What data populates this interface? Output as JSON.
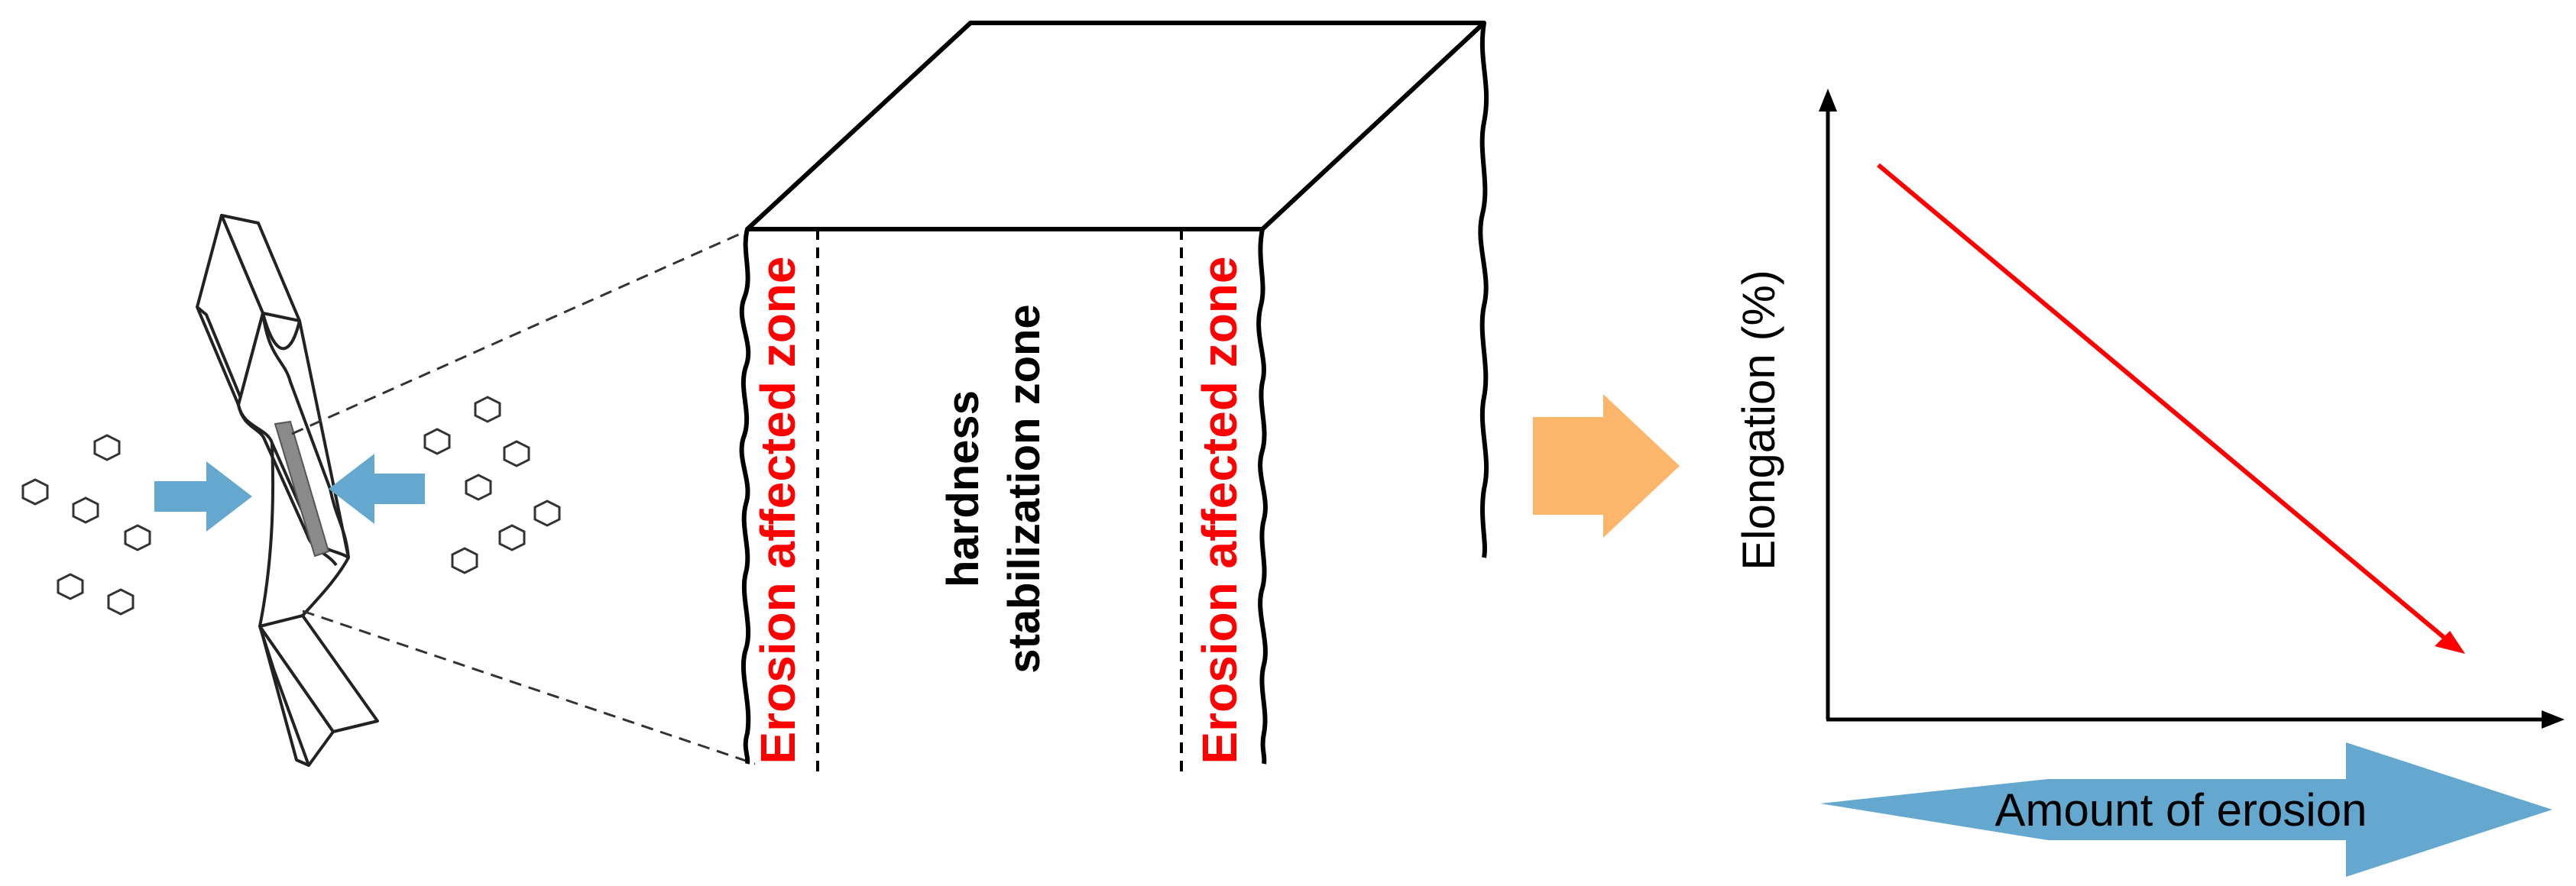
{
  "specimen": {
    "particle_count": 13
  },
  "block": {
    "left_zone_label": "Erosion affected zone",
    "center_zone_line1": "hardness",
    "center_zone_line2": "stabilization zone",
    "right_zone_label": "Erosion affected zone",
    "zone_label_color": "#ff0000"
  },
  "graph": {
    "y_label": "Elongation (%)",
    "x_label": "Amount of erosion",
    "trend_color": "#ff0000",
    "trend": "decreasing"
  },
  "colors": {
    "particle_arrow": "#64a8d0",
    "transition_arrow": "#fbb66b",
    "x_band_arrow": "#64a8d0",
    "eroded_surface": "#8a8a8a"
  },
  "icons": {
    "left_push": "arrow-right-icon",
    "right_push": "arrow-left-icon",
    "transition": "arrow-right-icon",
    "x_band": "double-arrow-icon"
  }
}
